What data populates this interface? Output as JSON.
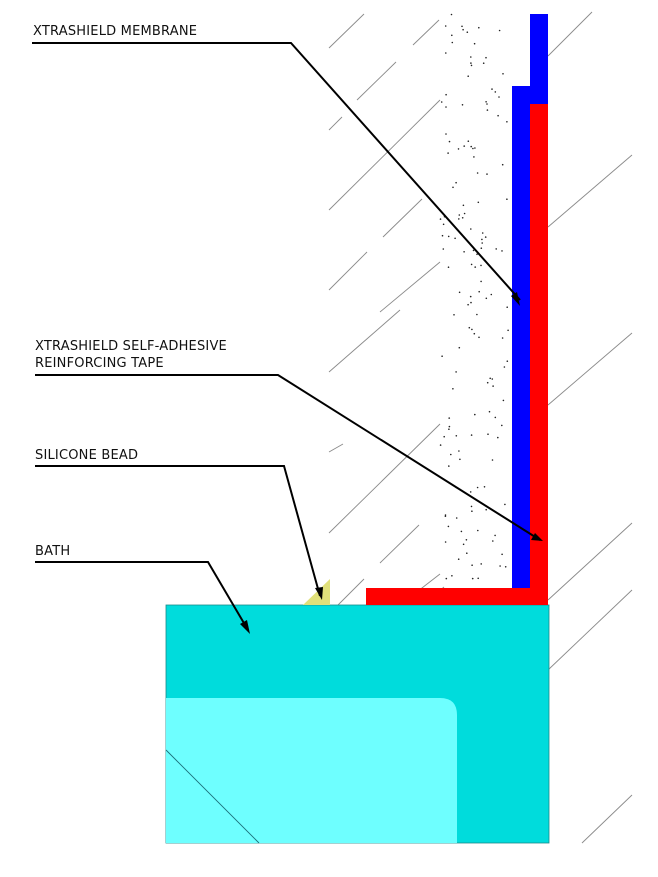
{
  "title": "Bath to wall waterproofing junction detail",
  "labels": {
    "membrane": "XTRASHIELD MEMBRANE",
    "tape_line1": "XTRASHIELD SELF-ADHESIVE",
    "tape_line2": "REINFORCING TAPE",
    "silicone": "SILICONE BEAD",
    "bath": "BATH"
  },
  "colors": {
    "membrane": "#0000ff",
    "tape": "#ff0000",
    "bath_outer": "#00dcdc",
    "bath_inner": "#6effff",
    "silicone": "#e0e07a",
    "hatch": "#8a8a8a",
    "leader": "#000000"
  },
  "components": [
    {
      "id": "membrane",
      "description": "Xtrashield membrane applied to wall"
    },
    {
      "id": "tape",
      "description": "Xtrashield self-adhesive reinforcing tape lapping wall and bath rim"
    },
    {
      "id": "silicone",
      "description": "Silicone bead at bath edge"
    },
    {
      "id": "bath",
      "description": "Bath section"
    },
    {
      "id": "wall",
      "description": "Hatched wall substrate with render stipple"
    }
  ]
}
